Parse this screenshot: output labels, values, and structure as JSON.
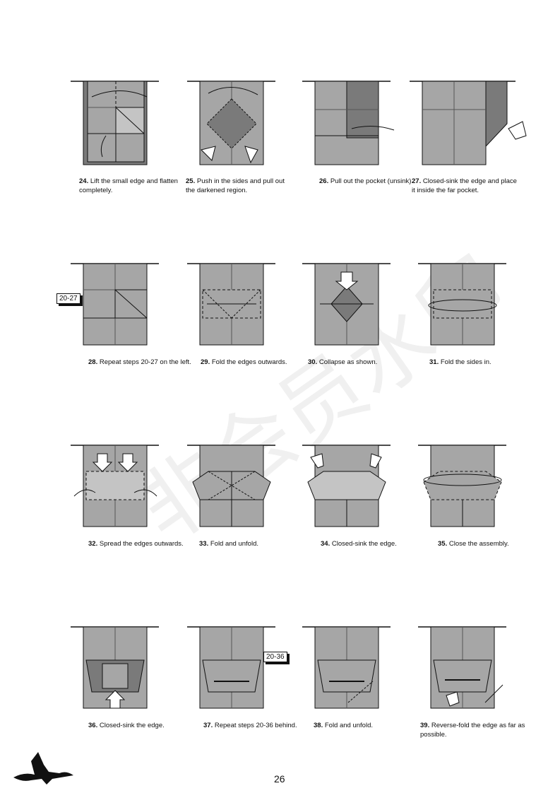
{
  "page_number": "26",
  "watermark": "非会员水印",
  "colors": {
    "paper_dark": "#7a7a7a",
    "paper_mid": "#a6a6a6",
    "paper_light": "#c4c4c4",
    "ink": "#111111"
  },
  "steps": [
    {
      "num": "24.",
      "text": "Lift the small edge and flatten completely."
    },
    {
      "num": "25.",
      "text": "Push in the sides and pull out the darkened region."
    },
    {
      "num": "26.",
      "text": "Pull out the pocket (unsink)."
    },
    {
      "num": "27.",
      "text": "Closed-sink the edge and place it inside the far pocket."
    },
    {
      "num": "28.",
      "text": "Repeat steps 20-27 on the left."
    },
    {
      "num": "29.",
      "text": "Fold the edges outwards."
    },
    {
      "num": "30.",
      "text": "Collapse as shown."
    },
    {
      "num": "31.",
      "text": "Fold the sides in."
    },
    {
      "num": "32.",
      "text": "Spread the edges outwards."
    },
    {
      "num": "33.",
      "text": "Fold and unfold."
    },
    {
      "num": "34.",
      "text": "Closed-sink the edge."
    },
    {
      "num": "35.",
      "text": "Close the assembly."
    },
    {
      "num": "36.",
      "text": "Closed-sink the edge."
    },
    {
      "num": "37.",
      "text": "Repeat steps 20-36 behind."
    },
    {
      "num": "38.",
      "text": "Fold and unfold."
    },
    {
      "num": "39.",
      "text": "Reverse-fold the edge as far as possible."
    }
  ],
  "badges": {
    "step28": "20-27",
    "step37": "20-36"
  }
}
